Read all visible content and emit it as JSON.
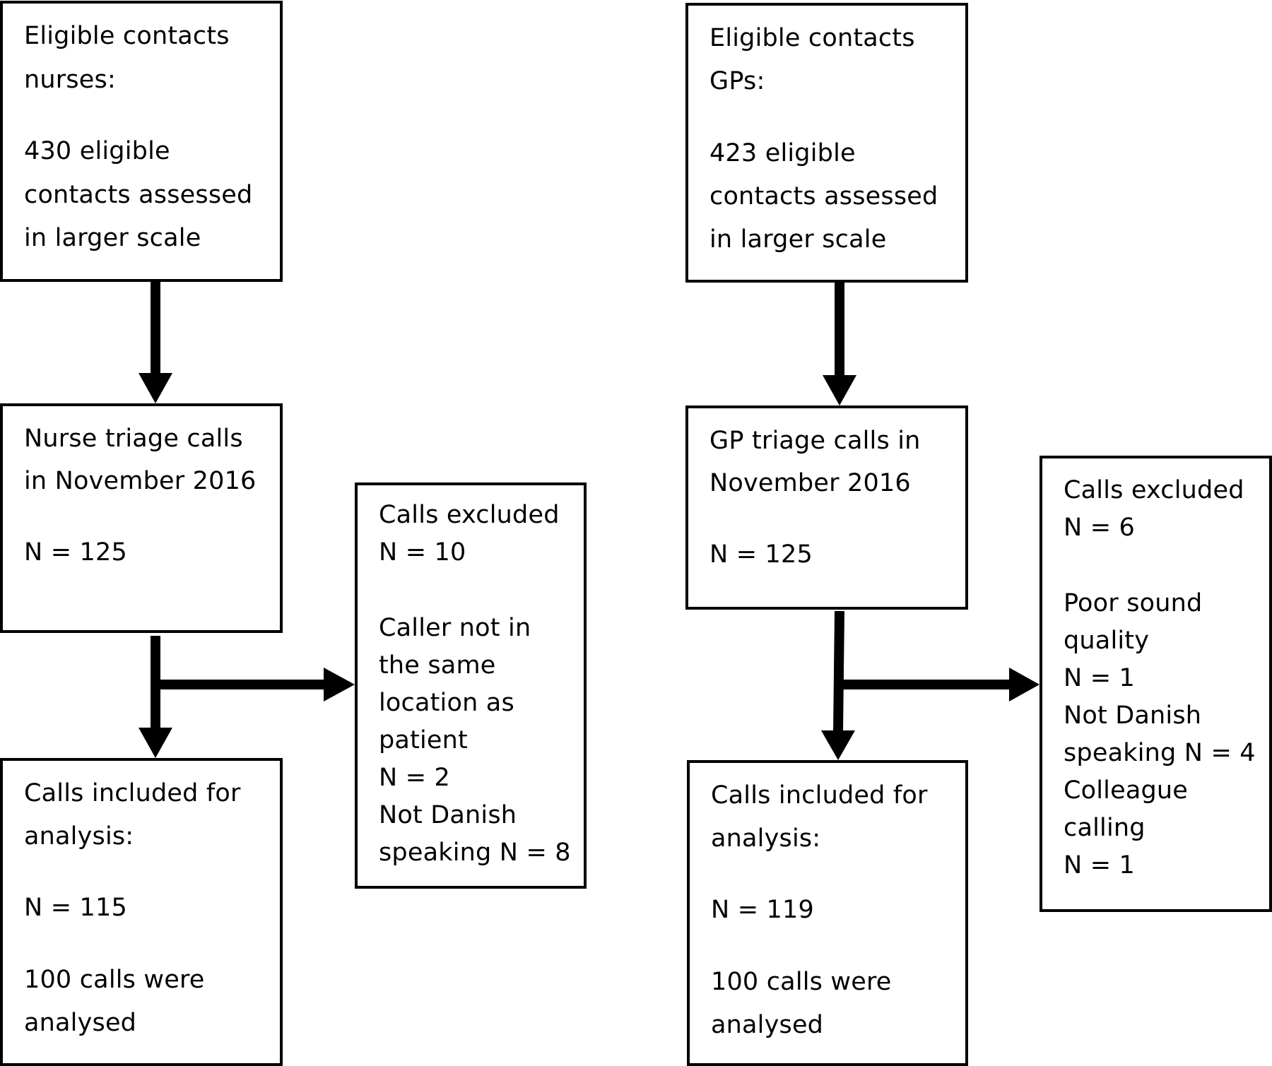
{
  "nurses": {
    "eligible": {
      "lines": [
        "Eligible contacts",
        "nurses:",
        "430 eligible",
        "contacts assessed",
        "in larger scale"
      ]
    },
    "triage": {
      "lines": [
        "Nurse triage calls",
        "in November 2016",
        "N = 125"
      ]
    },
    "excluded": {
      "lines": [
        "Calls excluded",
        "N = 10",
        "Caller not in",
        "the same",
        "location as",
        "patient",
        "N = 2",
        "Not Danish",
        "speaking N = 8"
      ]
    },
    "included": {
      "lines": [
        "Calls included for",
        "analysis:",
        "N = 115",
        "100 calls were",
        "analysed"
      ]
    }
  },
  "gps": {
    "eligible": {
      "lines": [
        "Eligible contacts",
        "GPs:",
        "423 eligible",
        "contacts assessed",
        "in larger scale"
      ]
    },
    "triage": {
      "lines": [
        "GP triage calls in",
        "November 2016",
        "N = 125"
      ]
    },
    "excluded": {
      "lines": [
        "Calls excluded",
        "N = 6",
        "Poor sound",
        "quality",
        "N = 1",
        "Not Danish",
        "speaking N = 4",
        "Colleague",
        "calling",
        "N = 1"
      ]
    },
    "included": {
      "lines": [
        "Calls included for",
        "analysis:",
        "N = 119",
        "100 calls were",
        "analysed"
      ]
    }
  }
}
